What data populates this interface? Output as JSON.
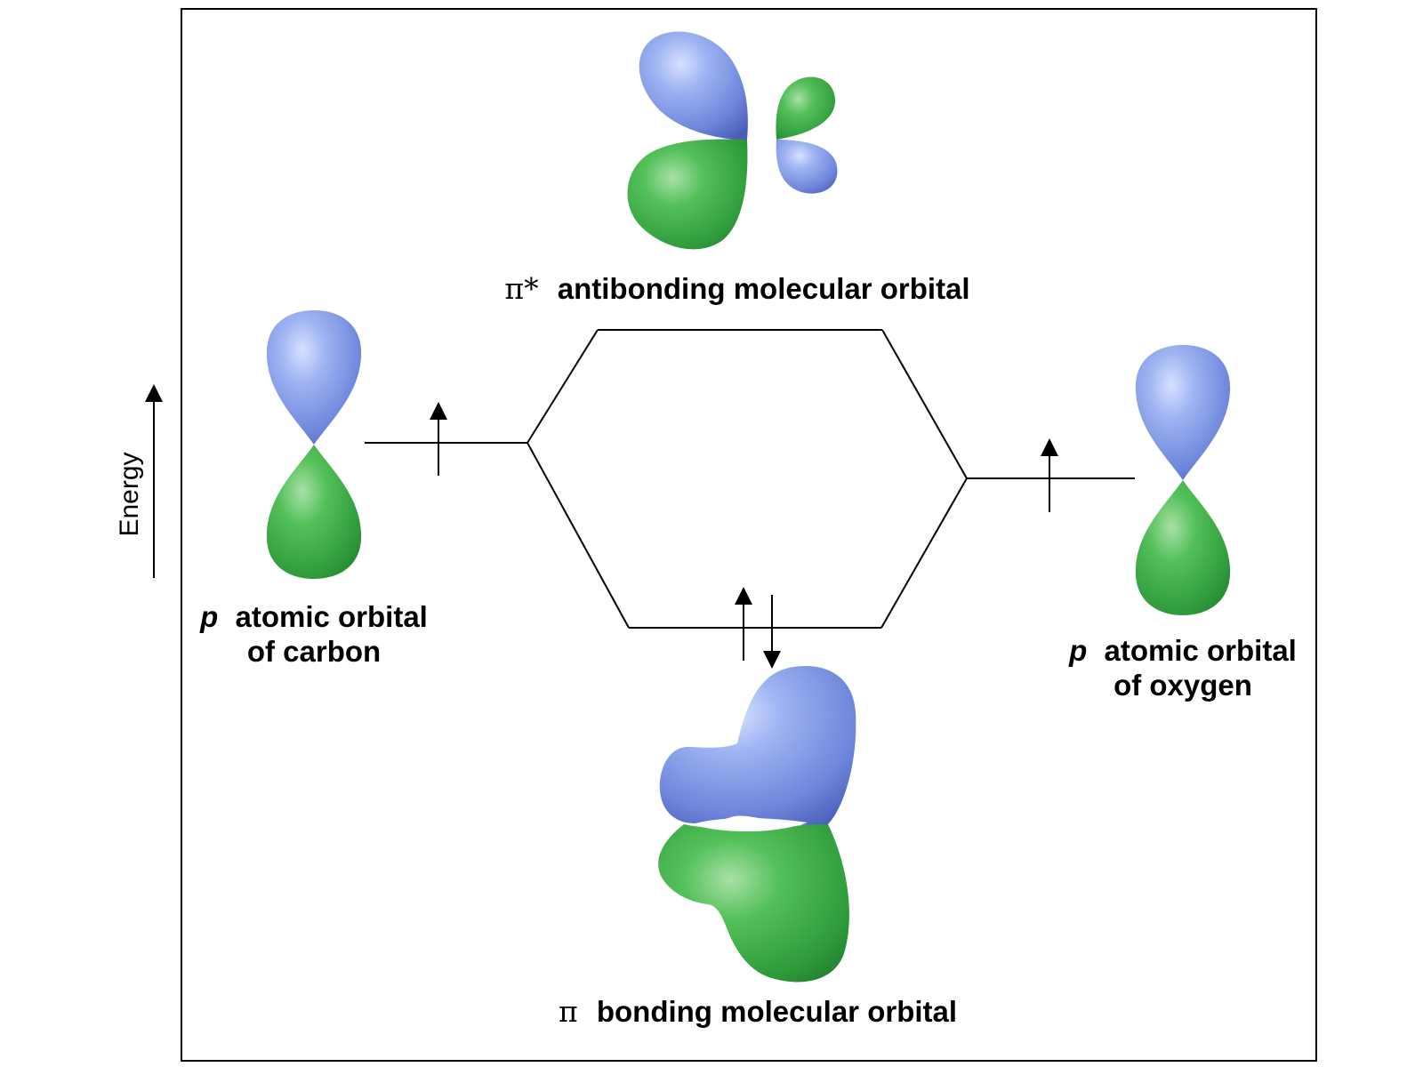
{
  "axis": {
    "energy_label": "Energy"
  },
  "orbitals": {
    "antibonding": {
      "symbol": "π*",
      "label": "antibonding molecular orbital"
    },
    "bonding": {
      "symbol": "π",
      "label": "bonding molecular orbital"
    },
    "carbon_p": {
      "prefix": "p",
      "line1": "atomic orbital",
      "line2": "of carbon"
    },
    "oxygen_p": {
      "prefix": "p",
      "line1": "atomic orbital",
      "line2": "of oxygen"
    }
  },
  "electrons": {
    "carbon_p": [
      "up"
    ],
    "oxygen_p": [
      "up"
    ],
    "bonding": [
      "up",
      "down"
    ],
    "antibonding": []
  },
  "colors": {
    "phase_positive": "#8fa6ea",
    "phase_negative": "#3fae4c",
    "frame": "#000000"
  }
}
